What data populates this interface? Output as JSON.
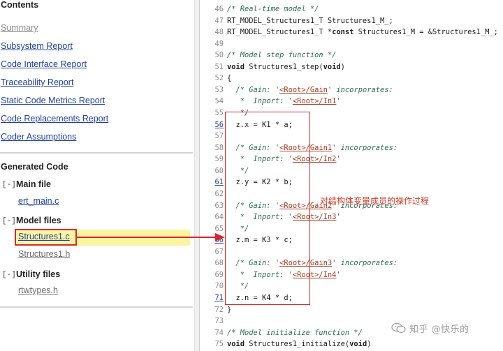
{
  "sidebar": {
    "contents_title": "Contents",
    "links": [
      {
        "label": "Summary",
        "muted": true
      },
      {
        "label": "Subsystem Report"
      },
      {
        "label": "Code Interface Report"
      },
      {
        "label": "Traceability Report"
      },
      {
        "label": "Static Code Metrics Report"
      },
      {
        "label": "Code Replacements Report"
      },
      {
        "label": "Coder Assumptions"
      }
    ],
    "generated_title": "Generated Code",
    "groups": [
      {
        "toggle": "[-]",
        "label": "Main file",
        "files": [
          "ert_main.c"
        ]
      },
      {
        "toggle": "[-]",
        "label": "Model files",
        "files": [
          "Structures1.c",
          "Structures1.h"
        ]
      },
      {
        "toggle": "[-]",
        "label": "Utility files",
        "files": [
          "rtwtypes.h"
        ]
      }
    ],
    "highlight_color": "#fbf5a2"
  },
  "code": {
    "lines": [
      {
        "n": "46",
        "parts": [
          [
            "c",
            "/* Real-time model */"
          ]
        ]
      },
      {
        "n": "47",
        "parts": [
          [
            "p",
            "RT_MODEL_Structures1_T Structures1_M_;"
          ]
        ]
      },
      {
        "n": "48",
        "parts": [
          [
            "p",
            "RT_MODEL_Structures1_T *"
          ],
          [
            "b",
            "const"
          ],
          [
            "p",
            " Structures1_M = &Structures1_M_;"
          ]
        ]
      },
      {
        "n": "49",
        "parts": []
      },
      {
        "n": "50",
        "parts": [
          [
            "c",
            "/* Model step function */"
          ]
        ]
      },
      {
        "n": "51",
        "parts": [
          [
            "b",
            "void"
          ],
          [
            "p",
            " Structures1_step("
          ],
          [
            "b",
            "void"
          ],
          [
            "p",
            ")"
          ]
        ]
      },
      {
        "n": "52",
        "parts": [
          [
            "p",
            "{"
          ]
        ]
      },
      {
        "n": "53",
        "parts": [
          [
            "c",
            "  /* Gain: '"
          ],
          [
            "l",
            "<Root>/Gain"
          ],
          [
            "c",
            "' incorporates:"
          ]
        ]
      },
      {
        "n": "54",
        "parts": [
          [
            "c",
            "   *  Inport: '"
          ],
          [
            "l",
            "<Root>/In1"
          ],
          [
            "c",
            "'"
          ]
        ]
      },
      {
        "n": "55",
        "parts": [
          [
            "c",
            "   */"
          ]
        ]
      },
      {
        "n": "56",
        "link": true,
        "parts": [
          [
            "p",
            "  z.x = K1 * a;"
          ]
        ]
      },
      {
        "n": "57",
        "parts": []
      },
      {
        "n": "58",
        "parts": [
          [
            "c",
            "  /* Gain: '"
          ],
          [
            "l",
            "<Root>/Gain1"
          ],
          [
            "c",
            "' incorporates:"
          ]
        ]
      },
      {
        "n": "59",
        "parts": [
          [
            "c",
            "   *  Inport: '"
          ],
          [
            "l",
            "<Root>/In2"
          ],
          [
            "c",
            "'"
          ]
        ]
      },
      {
        "n": "60",
        "parts": [
          [
            "c",
            "   */"
          ]
        ]
      },
      {
        "n": "61",
        "link": true,
        "parts": [
          [
            "p",
            "  z.y = K2 * b;"
          ]
        ]
      },
      {
        "n": "62",
        "parts": []
      },
      {
        "n": "63",
        "parts": [
          [
            "c",
            "  /* Gain: '"
          ],
          [
            "l",
            "<Root>/Gain2"
          ],
          [
            "c",
            "' incorporates:"
          ]
        ]
      },
      {
        "n": "64",
        "parts": [
          [
            "c",
            "   *  Inport: '"
          ],
          [
            "l",
            "<Root>/In3"
          ],
          [
            "c",
            "'"
          ]
        ]
      },
      {
        "n": "65",
        "parts": [
          [
            "c",
            "   */"
          ]
        ]
      },
      {
        "n": "66",
        "link": true,
        "parts": [
          [
            "p",
            "  z.m = K3 * c;"
          ]
        ]
      },
      {
        "n": "67",
        "parts": []
      },
      {
        "n": "68",
        "parts": [
          [
            "c",
            "  /* Gain: '"
          ],
          [
            "l",
            "<Root>/Gain3"
          ],
          [
            "c",
            "' incorporates:"
          ]
        ]
      },
      {
        "n": "69",
        "parts": [
          [
            "c",
            "   *  Inport: '"
          ],
          [
            "l",
            "<Root>/In4"
          ],
          [
            "c",
            "'"
          ]
        ]
      },
      {
        "n": "70",
        "parts": [
          [
            "c",
            "   */"
          ]
        ]
      },
      {
        "n": "71",
        "link": true,
        "parts": [
          [
            "p",
            "  z.n = K4 * d;"
          ]
        ]
      },
      {
        "n": "72",
        "parts": [
          [
            "p",
            "}"
          ]
        ]
      },
      {
        "n": "73",
        "parts": []
      },
      {
        "n": "74",
        "parts": [
          [
            "c",
            "/* Model initialize function */"
          ]
        ]
      },
      {
        "n": "75",
        "parts": [
          [
            "b",
            "void"
          ],
          [
            "p",
            " Structures1_initialize("
          ],
          [
            "b",
            "void"
          ],
          [
            "p",
            ")"
          ]
        ]
      }
    ]
  },
  "annotation": "对结构体变量成员的操作过程",
  "watermark": "知乎 @快乐的",
  "colors": {
    "accent_red": "#d9262c",
    "link_blue": "#1f3fa5",
    "comment_green": "#2f6b52"
  }
}
